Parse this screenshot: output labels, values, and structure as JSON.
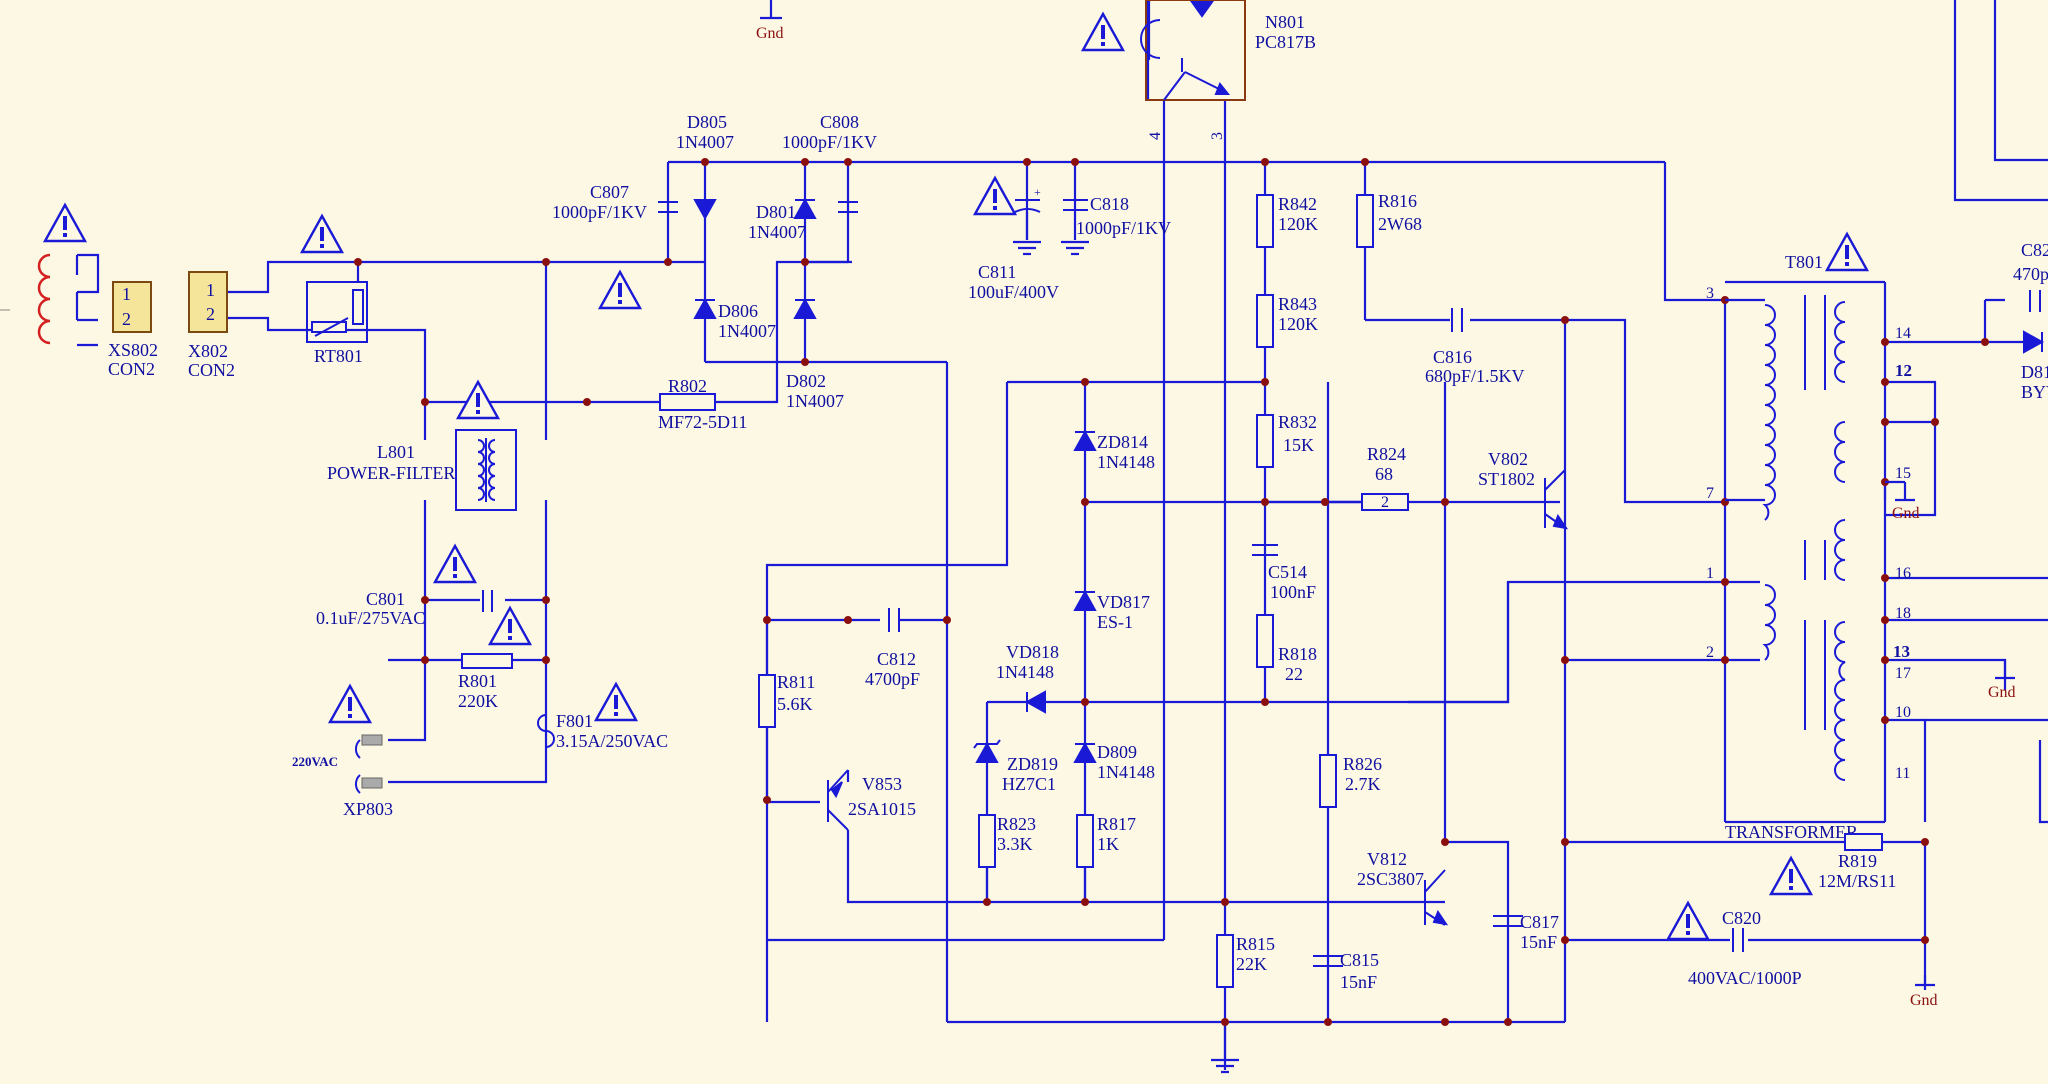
{
  "components": {
    "xs802": {
      "ref": "XS802",
      "value": "CON2",
      "pin1": "1",
      "pin2": "2"
    },
    "x802": {
      "ref": "X802",
      "value": "CON2",
      "pin1": "1",
      "pin2": "2"
    },
    "rt801": {
      "ref": "RT801"
    },
    "l801": {
      "ref": "L801",
      "value": "POWER-FILTER"
    },
    "c801": {
      "ref": "C801",
      "value": "0.1uF/275VAC"
    },
    "r801": {
      "ref": "R801",
      "value": "220K"
    },
    "f801": {
      "ref": "F801",
      "value": "3.15A/250VAC"
    },
    "xp803": {
      "ref": "XP803",
      "label": "220VAC"
    },
    "c807": {
      "ref": "C807",
      "value": "1000pF/1KV"
    },
    "d805": {
      "ref": "D805",
      "value": "1N4007"
    },
    "c808": {
      "ref": "C808",
      "value": "1000pF/1KV"
    },
    "d801": {
      "ref": "D801",
      "value": "1N4007"
    },
    "d806": {
      "ref": "D806",
      "value": "1N4007"
    },
    "d802": {
      "ref": "D802",
      "value": "1N4007"
    },
    "r802": {
      "ref": "R802",
      "value": "MF72-5D11"
    },
    "c811": {
      "ref": "C811",
      "value": "100uF/400V"
    },
    "c818": {
      "ref": "C818",
      "value": "1000pF/1KV"
    },
    "n801": {
      "ref": "N801",
      "value": "PC817B",
      "pin4": "4",
      "pin3": "3"
    },
    "r842": {
      "ref": "R842",
      "value": "120K"
    },
    "r843": {
      "ref": "R843",
      "value": "120K"
    },
    "r832": {
      "ref": "R832",
      "value": "15K"
    },
    "c514": {
      "ref": "C514",
      "value": "100nF"
    },
    "r818": {
      "ref": "R818",
      "value": "22"
    },
    "r816": {
      "ref": "R816",
      "value": "2W68"
    },
    "c816": {
      "ref": "C816",
      "value": "680pF/1.5KV"
    },
    "r824": {
      "ref": "R824",
      "value": "68",
      "pin": "2"
    },
    "v802": {
      "ref": "V802",
      "value": "ST1802"
    },
    "zd814": {
      "ref": "ZD814",
      "value": "1N4148"
    },
    "vd817": {
      "ref": "VD817",
      "value": "ES-1"
    },
    "vd818": {
      "ref": "VD818",
      "value": "1N4148"
    },
    "zd819": {
      "ref": "ZD819",
      "value": "HZ7C1"
    },
    "d809": {
      "ref": "D809",
      "value": "1N4148"
    },
    "r823": {
      "ref": "R823",
      "value": "3.3K"
    },
    "r817": {
      "ref": "R817",
      "value": "1K"
    },
    "r811": {
      "ref": "R811",
      "value": "5.6K"
    },
    "c812": {
      "ref": "C812",
      "value": "4700pF"
    },
    "v853": {
      "ref": "V853",
      "value": "2SA1015"
    },
    "r826": {
      "ref": "R826",
      "value": "2.7K"
    },
    "v812": {
      "ref": "V812",
      "value": "2SC3807"
    },
    "c817": {
      "ref": "C817",
      "value": "15nF"
    },
    "c815": {
      "ref": "C815",
      "value": "15nF"
    },
    "r815": {
      "ref": "R815",
      "value": "22K"
    },
    "t801": {
      "ref": "T801",
      "value": "TRANSFORMER"
    },
    "r819": {
      "ref": "R819",
      "value": "12M/RS11"
    },
    "c820": {
      "ref": "C820",
      "value": "400VAC/1000P"
    },
    "c82x": {
      "ref": "C82",
      "value": "470p"
    },
    "d81x": {
      "ref": "D81",
      "value": "BYV"
    }
  },
  "transformer_pins": {
    "p3": "3",
    "p7": "7",
    "p1": "1",
    "p2": "2",
    "p14": "14",
    "p12": "12",
    "p15": "15",
    "p16": "16",
    "p18": "18",
    "p13": "13",
    "p17": "17",
    "p10": "10",
    "p11": "11"
  },
  "ground_label": "Gnd",
  "colors": {
    "wire": "#1a1ad6",
    "text": "#1010a0",
    "ground_text": "#8a1010",
    "background": "#fdf8e4",
    "connector_fill": "#f5e59a",
    "inductor_red": "#d42020"
  }
}
